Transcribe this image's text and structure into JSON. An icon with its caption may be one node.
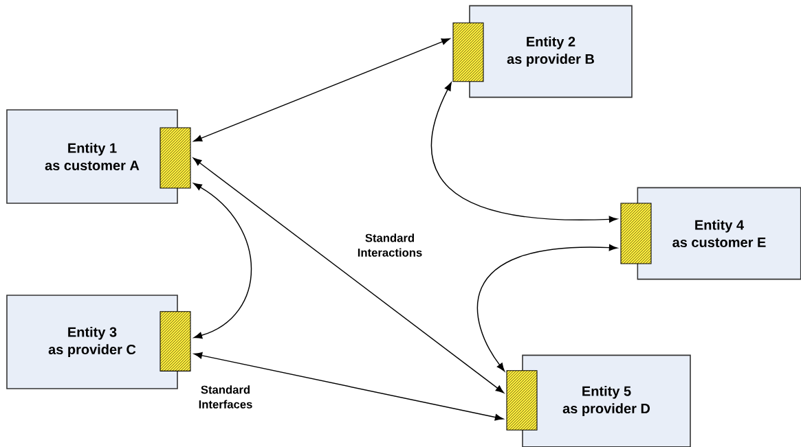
{
  "diagram": {
    "nodes": [
      {
        "text": [
          "Entity 1",
          "as customer A"
        ]
      },
      {
        "text": [],
        "shape": "box"
      },
      {
        "text": [
          "Entity 2",
          "as provider B"
        ]
      },
      {
        "text": [],
        "shape": "box"
      },
      {
        "text": [
          "Entity 3",
          "as provider C"
        ]
      },
      {
        "text": [],
        "shape": "box"
      },
      {
        "text": [
          "Entity 4",
          "as customer E"
        ]
      },
      {
        "text": [],
        "shape": "box"
      },
      {
        "text": [
          "Entity 5",
          "as provider D"
        ]
      },
      {
        "text": [],
        "shape": "box"
      }
    ],
    "edges": [
      {
        "from": 1,
        "to": 3,
        "arrow": "both"
      },
      {
        "from": 3,
        "to": 7,
        "arrow": "both"
      },
      {
        "from": 1,
        "to": 9,
        "arrow": "both"
      },
      {
        "from": 1,
        "to": 5,
        "arrow": "both"
      },
      {
        "from": 5,
        "to": 9,
        "arrow": "both"
      },
      {
        "from": 7,
        "to": 9,
        "arrow": "both"
      }
    ],
    "labels": [
      "Standard Interactions",
      "Standard Interfaces"
    ]
  }
}
